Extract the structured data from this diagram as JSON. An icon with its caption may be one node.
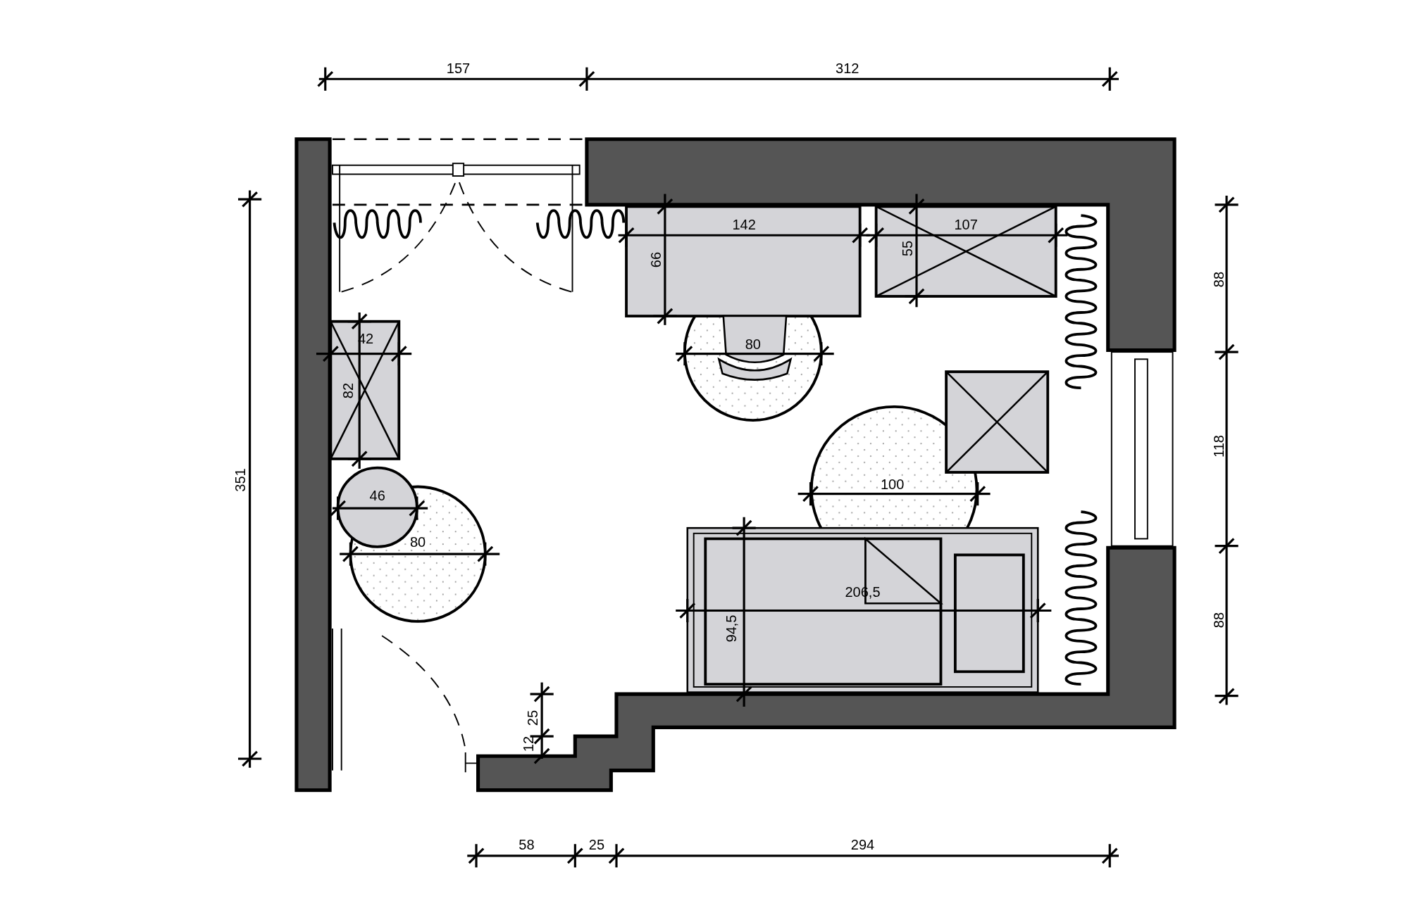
{
  "diagram": {
    "labels": [
      "157",
      "312",
      "142",
      "107",
      "66",
      "55",
      "88",
      "351",
      "42",
      "80",
      "82",
      "118",
      "100",
      "46",
      "80",
      "206,5",
      "94,5",
      "88",
      "25",
      "12",
      "58",
      "25",
      "294"
    ]
  }
}
